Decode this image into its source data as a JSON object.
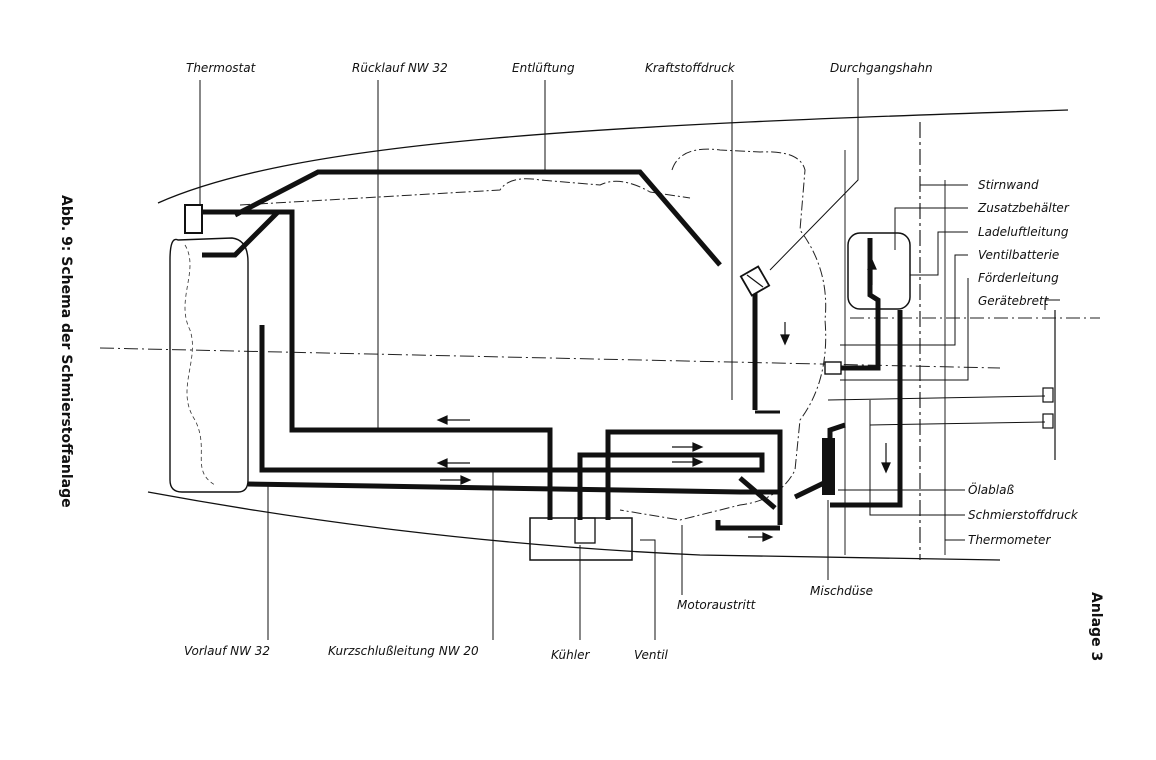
{
  "figure": {
    "caption": "Abb. 9: Schema der Schmierstoffanlage",
    "appendix": "Anlage 3"
  },
  "labels": {
    "thermostat": "Thermostat",
    "ruecklauf": "Rücklauf NW 32",
    "entlueftung": "Entlüftung",
    "kraftstoffdruck": "Kraftstoffdruck",
    "durchgangshahn": "Durchgangshahn",
    "stirnwand": "Stirnwand",
    "zusatzbehaelter": "Zusatzbehälter",
    "ladeluftleitung": "Ladeluftleitung",
    "ventilbatterie": "Ventilbatterie",
    "foerderleitung": "Förderleitung",
    "geraetebrett": "Gerätebrett",
    "olablass": "Ölablaß",
    "schmierstoffdruck": "Schmierstoffdruck",
    "thermometer": "Thermometer",
    "mischduese": "Mischdüse",
    "motoraustritt": "Motoraustritt",
    "vorlauf": "Vorlauf NW 32",
    "kurzschluss": "Kurzschlußleitung NW 20",
    "kuehler": "Kühler",
    "ventil": "Ventil"
  }
}
